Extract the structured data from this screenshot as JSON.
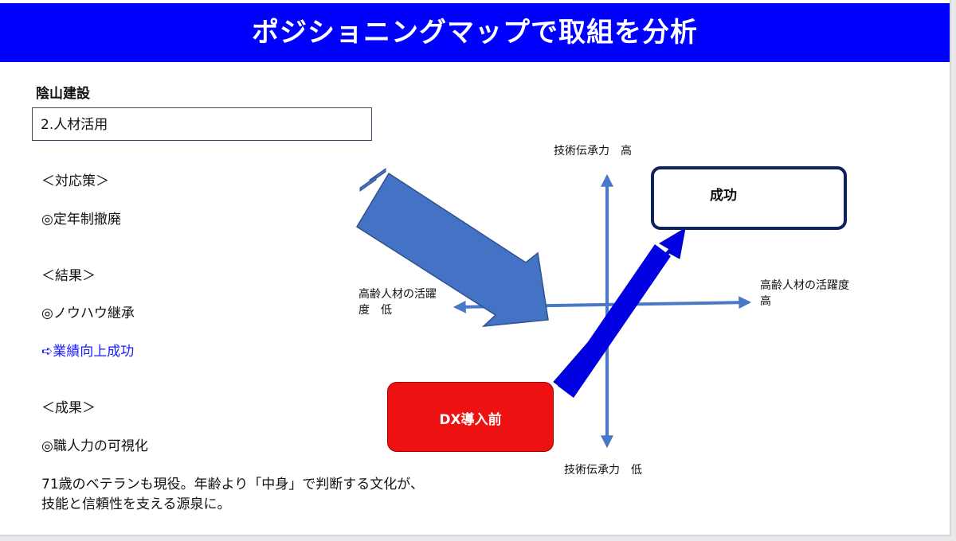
{
  "slide": {
    "title": "ポジショニングマップで取組を分析"
  },
  "left": {
    "company": "陰山建設",
    "topic": "2.人材活用",
    "measures_heading": "＜対応策＞",
    "measure_1": "◎定年制撤廃",
    "results_heading": "＜結果＞",
    "result_1": "◎ノウハウ継承",
    "result_2": "➪業績向上成功",
    "outcome_heading": "＜成果＞",
    "outcome_1": "◎職人力の可視化",
    "footer_line_1": "71歳のベテランも現役。年齢より「中身」で判断する文化が、",
    "footer_line_2": "技能と信頼性を支える源泉に。"
  },
  "map": {
    "y_axis_top": "技術伝承力　高",
    "y_axis_bottom": "技術伝承力　低",
    "x_axis_left_line_1": "高齢人材の活躍",
    "x_axis_left_line_2": "度　低",
    "x_axis_right_line_1": "高齢人材の活躍度",
    "x_axis_right_line_2": "高",
    "success_label": "成功",
    "before_label": "DX導入前"
  },
  "colors": {
    "title_bar": "#0000ff",
    "axis": "#4a78c8",
    "big_arrow": "#4472c4",
    "growth_arrow": "#0000e0",
    "before_box": "#ee1111",
    "success_border": "#0e2160",
    "highlight_text": "#1a1aff"
  }
}
